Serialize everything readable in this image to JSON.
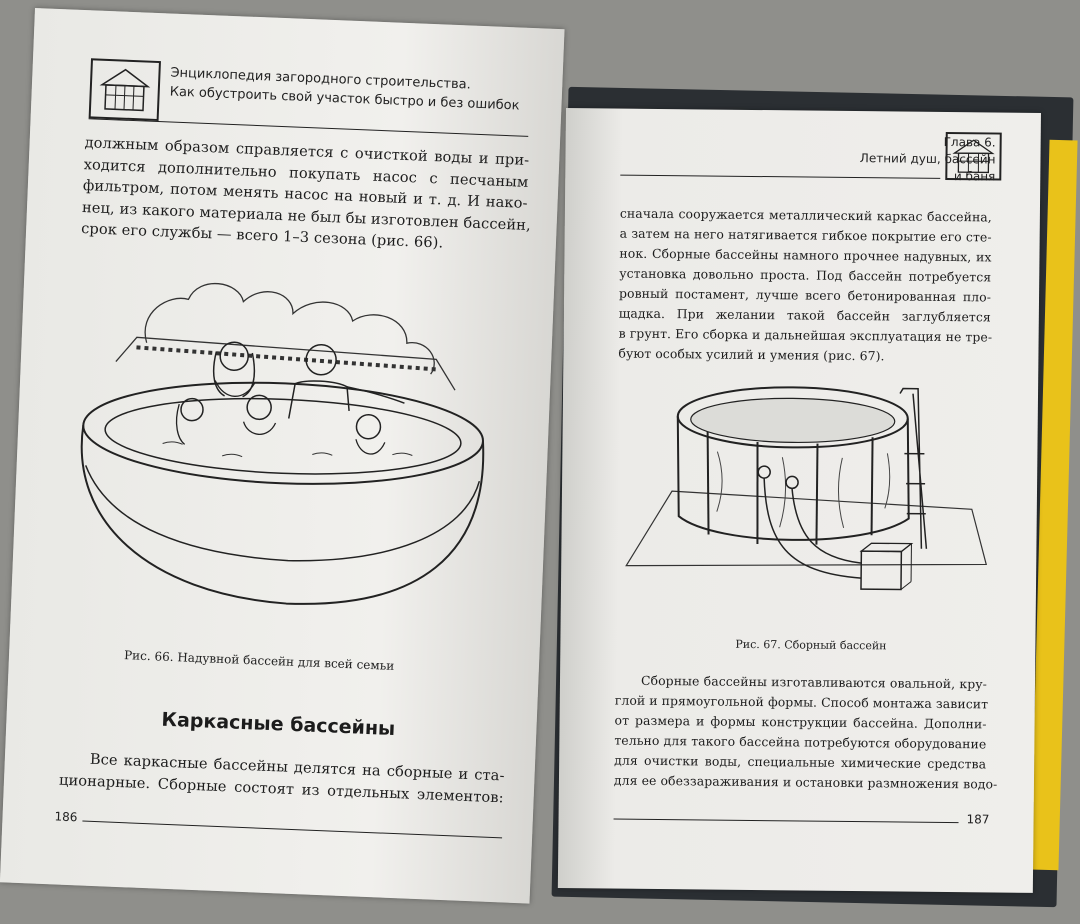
{
  "left_page": {
    "header": {
      "line1": "Энциклопедия загородного строительства.",
      "line2": "Как обустроить свой участок быстро и без ошибок",
      "icon": "house-icon"
    },
    "paragraph1": [
      "должным образом справляется с очисткой воды и при-",
      "ходится дополнительно покупать насос с песчаным",
      "фильтром, потом менять насос на новый и т. д. И нако-",
      "нец, из какого материала не был бы изготовлен бассейн,",
      "срок его службы — всего 1–3 сезона (рис. 66)."
    ],
    "figure_caption": "Рис. 66. Надувной бассейн для всей семьи",
    "section_title": "Каркасные бассейны",
    "paragraph2": [
      "Все каркасные бассейны делятся на сборные и ста-",
      "ционарные. Сборные состоят из отдельных элементов:"
    ],
    "page_number": "186"
  },
  "right_page": {
    "header": {
      "line1": "Глава 6.",
      "line2": "Летний душ, бассейн и баня",
      "icon": "house-icon"
    },
    "paragraph1": [
      "сначала сооружается металлический каркас бассейна,",
      "а затем на него натягивается гибкое покрытие его сте-",
      "нок. Сборные бассейны намного прочнее надувных, их",
      "установка довольно проста. Под бассейн потребуется",
      "ровный постамент, лучше всего бетонированная пло-",
      "щадка. При желании такой бассейн заглубляется",
      "в грунт. Его сборка и дальнейшая эксплуатация не тре-",
      "буют особых усилий и умения (рис. 67)."
    ],
    "figure_caption": "Рис. 67. Сборный бассейн",
    "paragraph2": [
      "Сборные бассейны изготавливаются овальной, кру-",
      "глой и прямоугольной формы. Способ монтажа зависит",
      "от размера и формы конструкции бассейна. Дополни-",
      "тельно для такого бассейна потребуются оборудование",
      "для очистки воды, специальные химические средства",
      "для ее обеззараживания и остановки размножения водо-"
    ],
    "page_number": "187"
  }
}
